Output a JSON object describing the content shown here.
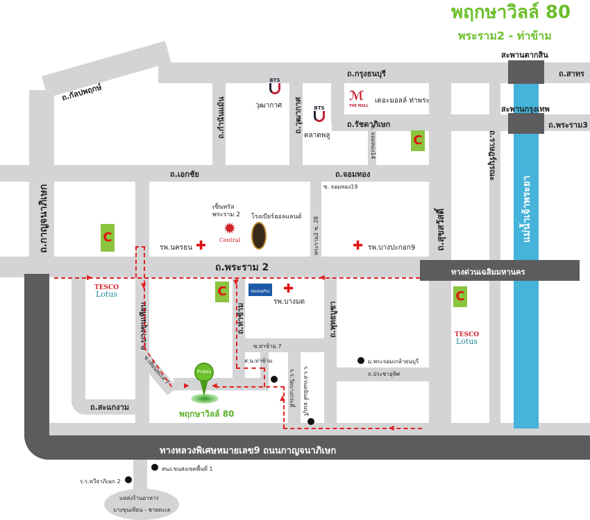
{
  "title": {
    "main": "พฤกษาวิลล์ 80",
    "sub": "พระราม2 - ท่าข้าม"
  },
  "roads": {
    "kalapaphruek": "ถ.กัลปพฤกษ์",
    "krung_thonburi": "ถ.กรุงธนบุรี",
    "sathon": "ถ.สาทร",
    "rama3": "ถ.พระราม3",
    "ratchadaphisek": "ถ.รัชดาภิเษก",
    "kanchanaphisek": "ถ.กาญจนาภิเษก",
    "kamnan_maen": "ถ.กำนันแม้น",
    "wutthakat_rd": "ถ.วุฒากาศ",
    "ekkachai": "ถ.เอกชัย",
    "chom_thong": "ถ.จอมทอง",
    "soi_chomthong14": "ซ. จอมทอง14",
    "soi_chomthong19": "ซ. จอมทอง19",
    "suk_sawat": "ถ.สุขสวัสดิ์",
    "rat_burana": "ถ.ราษฎร์บูรณะ",
    "rama2": "ถ.พระราม 2",
    "rama2_soi28": "พระราม2 ซ. 28",
    "expressway": "ทางด่วนเฉลิมมหานคร",
    "bang_khun_thian": "ถ.บางขุนเทียน",
    "tha_kham": "ถ.ท่าข้าม",
    "soi_tha_kham7": "ซ.ท่าข้าม 7",
    "phutthabucha": "ถ.พุทธบูชา",
    "pracha_uthit": "ถ.ประชาอุทิศ",
    "sakaengam": "ถ.สะแกงาม",
    "soi_thian_thale7": "ซ.เทียนทะเล 7",
    "highway9": "ทางหลวงพิเศษหมายเลข9 ถนนกาญจนาภิเษก"
  },
  "bridges": {
    "taksin": "สะพานตากสิน",
    "krungthep": "สะพานกรุงเทพ"
  },
  "river": "แม่น้ำเจ้าพระยา",
  "places": {
    "bts_wutthakat": "วุฒากาศ",
    "bts_talat_phlu": "ตลาดพลู",
    "bts_logo": "BTS",
    "the_mall": "เดอะมอลล์ ท่าพระ",
    "the_mall_logo": "THE MALL",
    "central": "เซ็นทรัล พระราม 2",
    "central_logo": "Central",
    "beer_hall": "โรงเบียร์ฮอลแลนด์",
    "hosp_nakhon_thon": "รพ.นครธน",
    "hosp_bang_pakok9": "รพ.บางปะกอก9",
    "hosp_bang_mot": "รพ.บางมด",
    "homepro": "HomePro",
    "tesco_a": "TESCO",
    "tesco_b": "Lotus",
    "bigc": "C",
    "police": "ส.น.ท่าข้าม",
    "school_sawang": "ร.ร.สวนอนันต์ ธนบุรี",
    "school_tha_kham": "ร.ร.วัดบางกระดี่",
    "university": "ม.พระจอมเกล้าธนบุรี",
    "transport_office": "สนง.ขนส่งเขตพื้นที่ 1",
    "school_thawi": "ร.ร.ทวีธาภิเษก 2",
    "food_line1": "แหล่งร้านอาหาร",
    "food_line2": "บางขุนเทียน - ชายทะเล",
    "project": "พฤกษาวิลล์ 80",
    "project_logo": "Pruksa"
  }
}
